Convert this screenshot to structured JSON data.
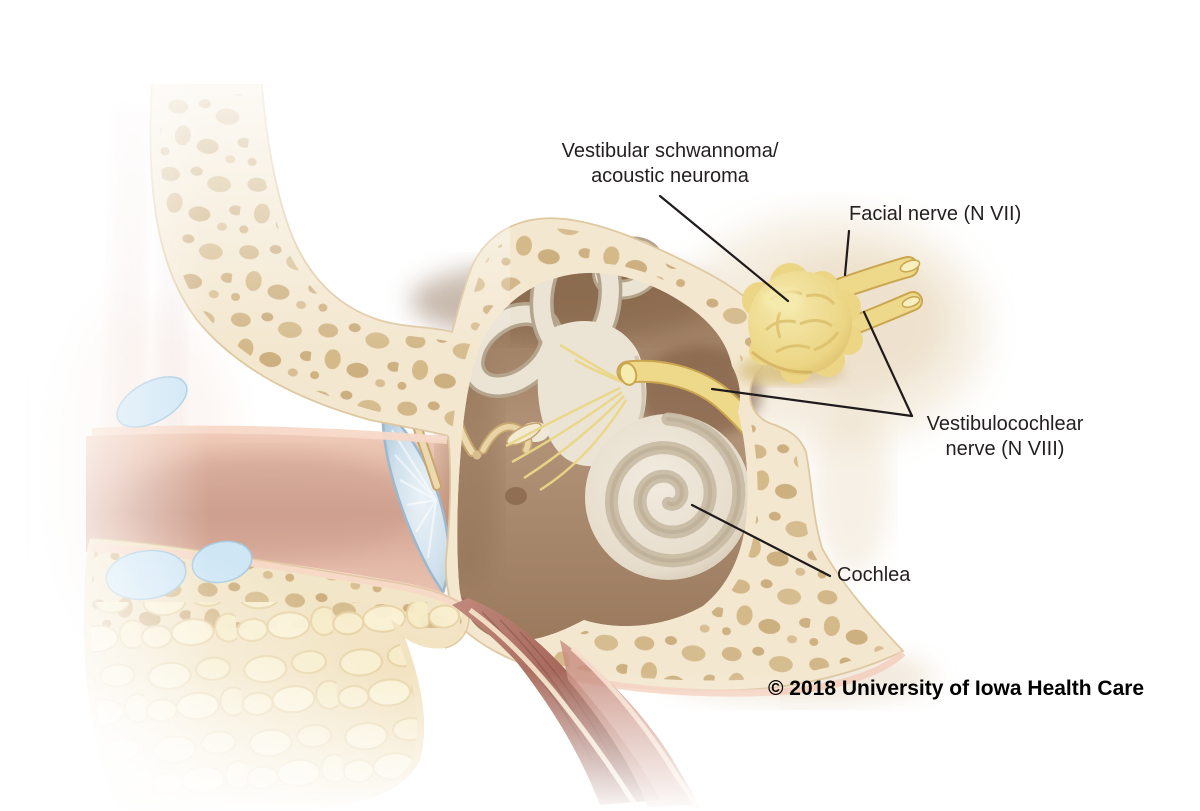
{
  "labels": {
    "tumor_line1": "Vestibular schwannoma/",
    "tumor_line2": "acoustic neuroma",
    "facial_nerve": "Facial nerve (N VII)",
    "vestibulocochlear_line1": "Vestibulocochlear",
    "vestibulocochlear_line2": "nerve (N VIII)",
    "cochlea": "Cochlea"
  },
  "credit": "© 2018 University of Iowa Health Care",
  "colors": {
    "background": "#ffffff",
    "bone_cream": "#f3e7cf",
    "bone_spot": "#cdb07e",
    "bone_outline": "#dcc49b",
    "cavity_brown": "#a98b6d",
    "labyrinth_cream": "#ebe4d5",
    "cochlea_shell": "#e9e1d1",
    "nerve_yellow": "#eed88a",
    "nerve_outline": "#c9a64f",
    "tumor_yellow": "#ecd685",
    "canal_pink": "#d7a795",
    "lining_pink": "#f7d8c7",
    "eardrum_blue": "#c6dbe9",
    "cartilage_blue": "#cfe6f5",
    "muscle_red": "#a86a5c",
    "label_text": "#231f20"
  }
}
